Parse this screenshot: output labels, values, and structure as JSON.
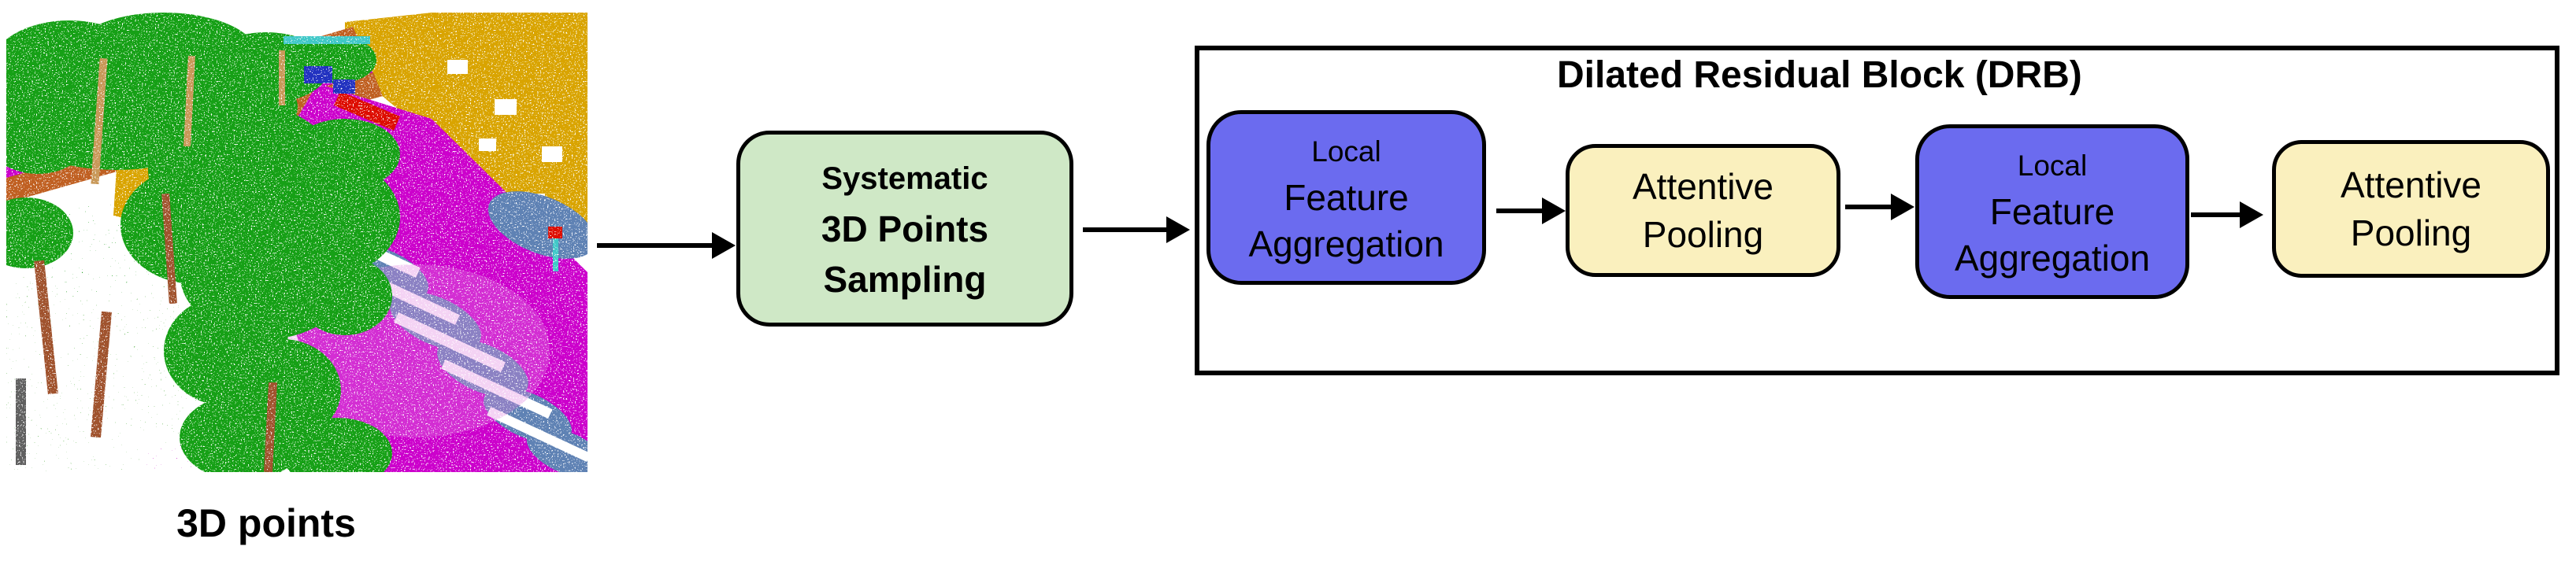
{
  "pointcloud": {
    "caption": "3D points",
    "palette": {
      "vegetation_green": "#17a017",
      "ground_light_green": "#69b85a",
      "road_magenta": "#cc00cc",
      "sidewalk_orange": "#c06020",
      "building_gold": "#d9a400",
      "car_steel_blue": "#5f82b4",
      "trunk_brown": "#a0522d",
      "marker_red": "#dd1100",
      "cyan_accent": "#40c8c8"
    }
  },
  "sampling_box": {
    "lines": [
      "Systematic",
      "3D Points",
      "Sampling"
    ],
    "fill": "#cfe8c6",
    "border": "#000000"
  },
  "drb": {
    "title": "Dilated Residual Block (DRB)",
    "border": "#000000",
    "blocks": [
      {
        "kind": "local-feature-aggregation",
        "lines": [
          "Local",
          "Feature",
          "Aggregation"
        ],
        "fill": "#6b6bef"
      },
      {
        "kind": "attentive-pooling",
        "lines": [
          "Attentive",
          "Pooling"
        ],
        "fill": "#faf0be"
      },
      {
        "kind": "local-feature-aggregation",
        "lines": [
          "Local",
          "Feature",
          "Aggregation"
        ],
        "fill": "#6b6bef"
      },
      {
        "kind": "attentive-pooling",
        "lines": [
          "Attentive",
          "Pooling"
        ],
        "fill": "#faf0be"
      }
    ]
  },
  "arrows": {
    "count": 5,
    "color": "#000000"
  }
}
